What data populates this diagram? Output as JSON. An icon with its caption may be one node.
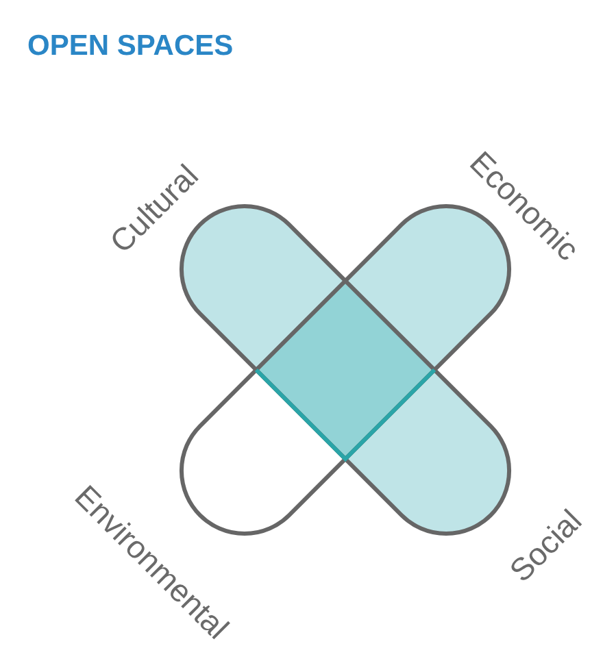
{
  "diagram": {
    "title": "OPEN SPACES",
    "labels": [
      "Cultural",
      "Economic",
      "Environmental",
      "Social"
    ]
  }
}
